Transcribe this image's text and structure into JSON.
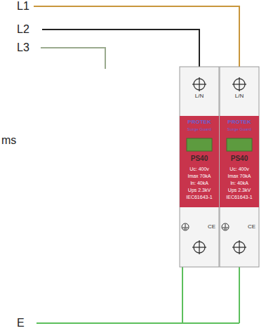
{
  "diagram": {
    "nodes": [
      {
        "text": [
          "L/N",
          "PROTEK",
          "Surge Guard",
          "PS40",
          "Uc: 400v",
          "Imax 70kA",
          "In: 40kA",
          "Ups 2.3kV",
          "IEC61643-1",
          "CE"
        ]
      },
      {
        "text": [
          "L/N",
          "PROTEK",
          "Surge Guard",
          "PS40",
          "Uc: 400v",
          "Imax 70kA",
          "In: 40kA",
          "Ups 2.3kV",
          "IEC61643-1",
          "CE"
        ]
      }
    ],
    "labels": [
      "L1",
      "L2",
      "L3",
      "ms",
      "E"
    ]
  }
}
